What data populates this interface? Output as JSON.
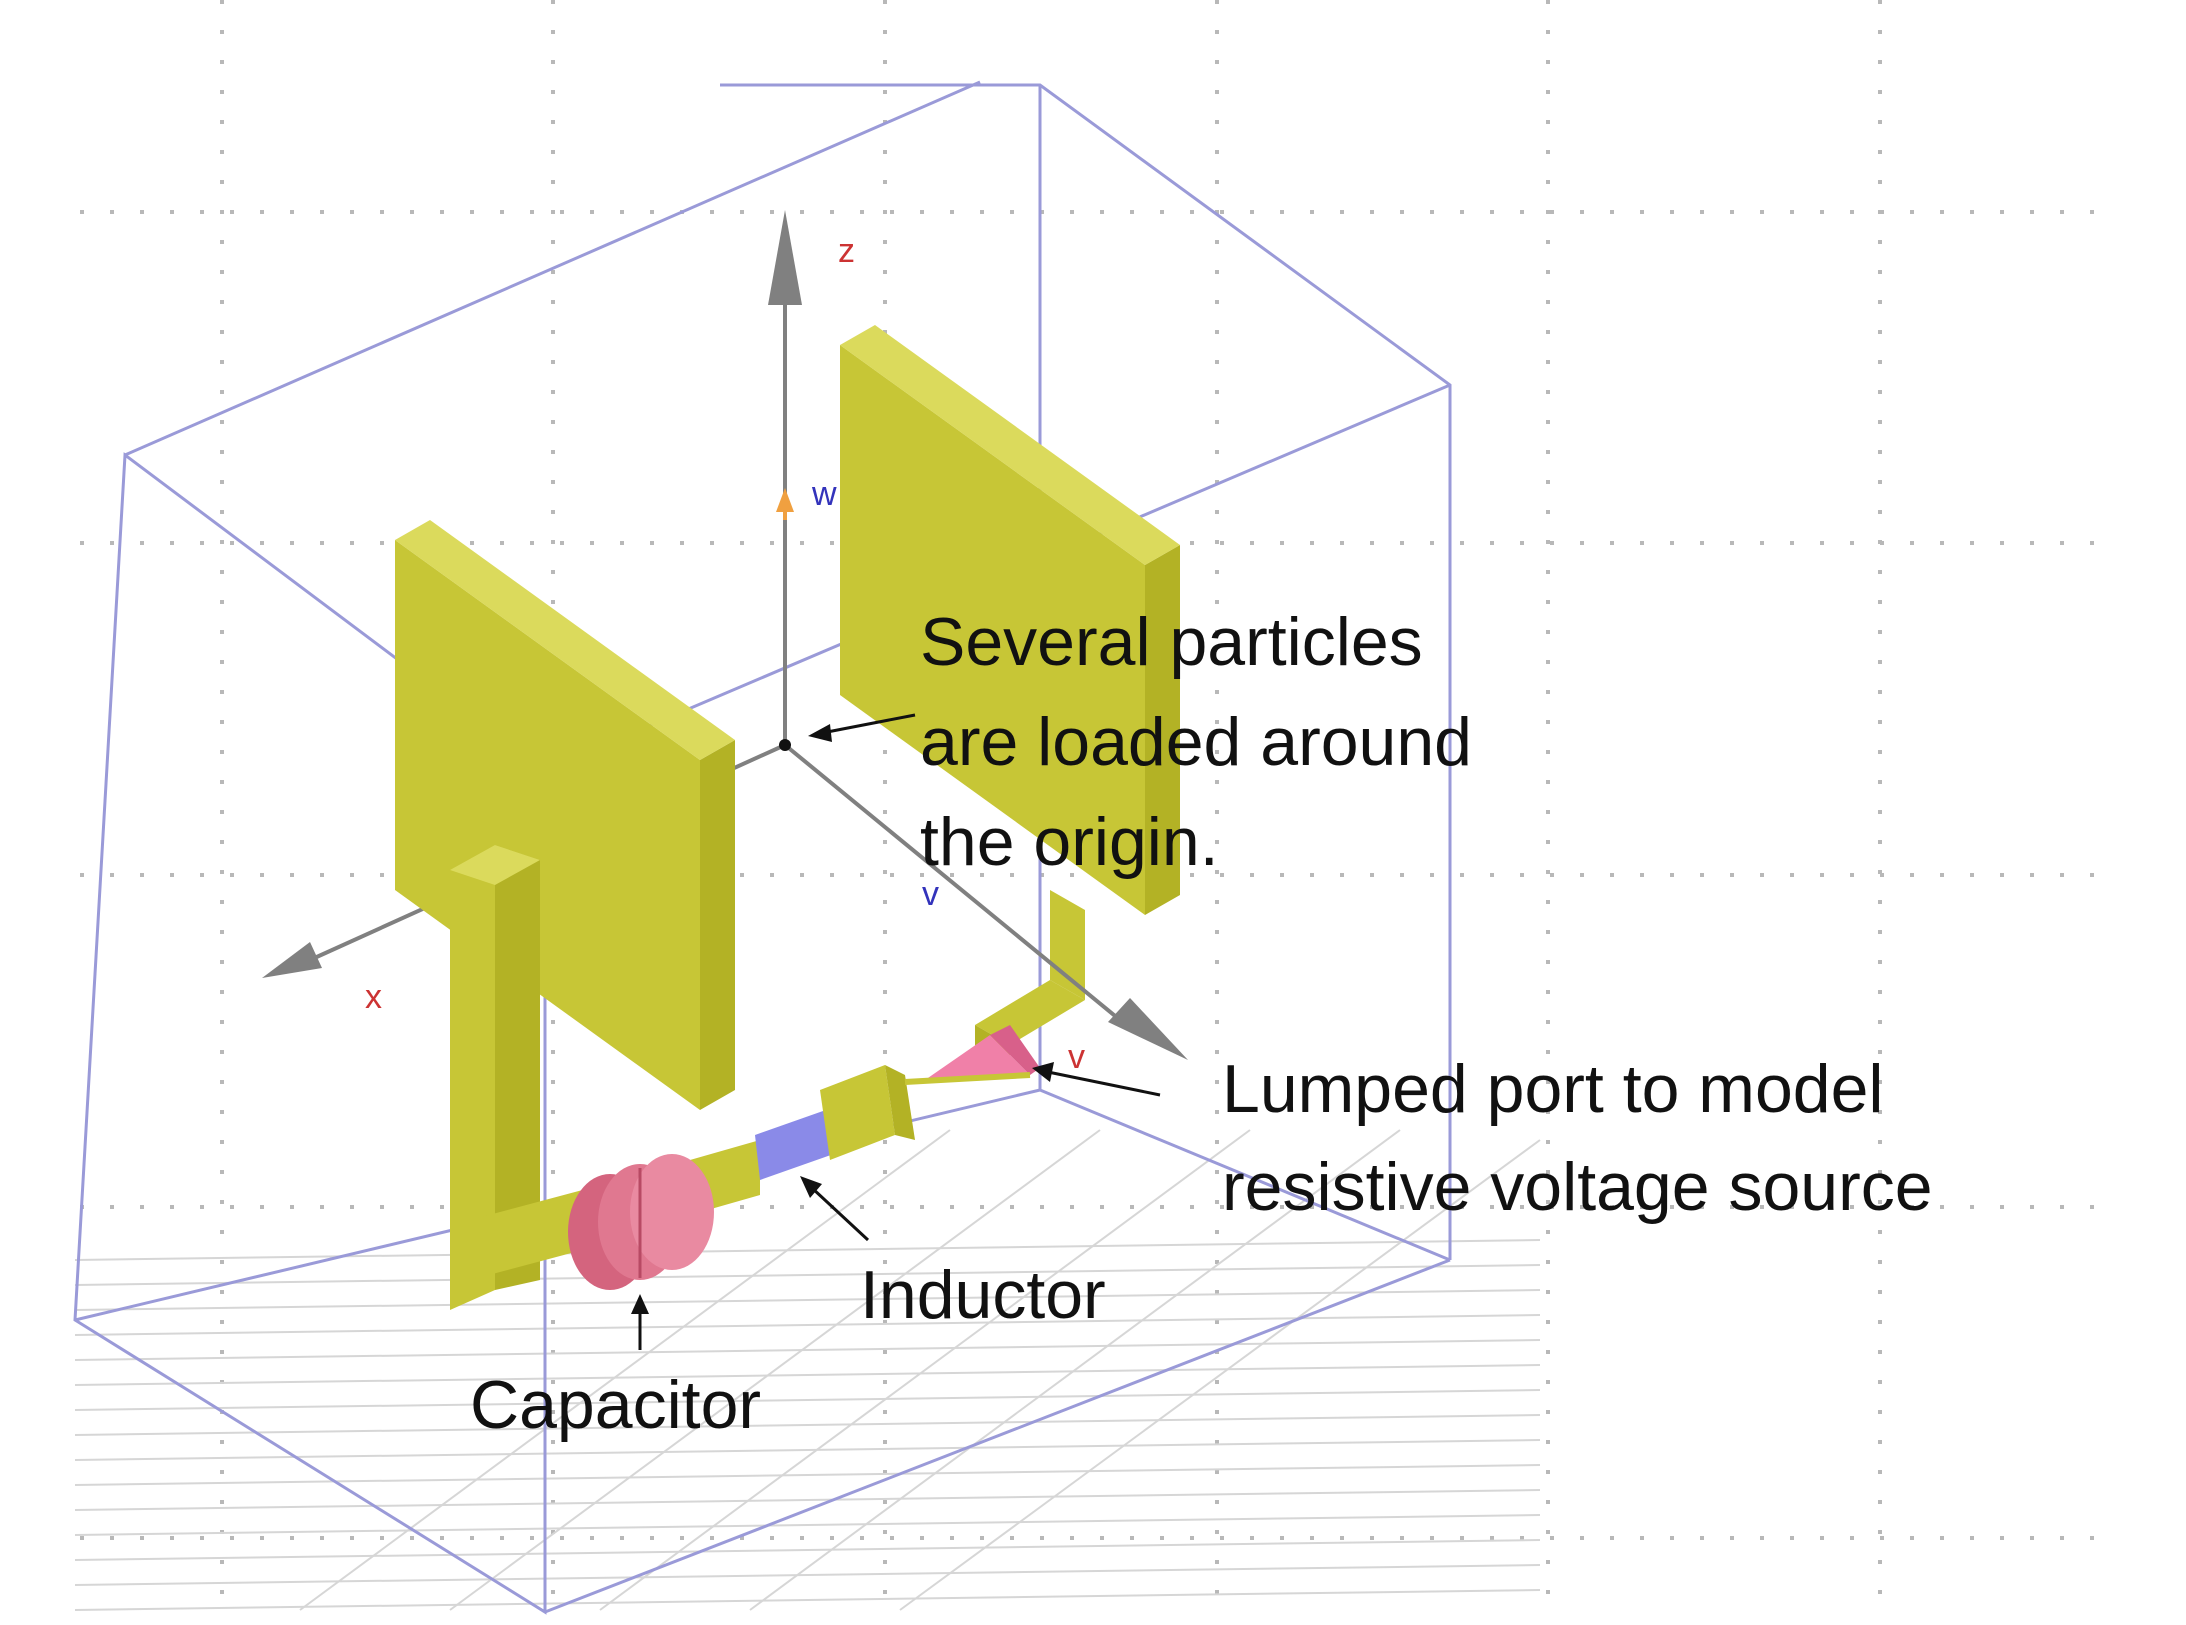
{
  "axes": {
    "x": "x",
    "z": "z",
    "w": "w",
    "v": "v",
    "v2": "v"
  },
  "annotations": {
    "particles": [
      "Several particles",
      "are loaded around",
      "the origin."
    ],
    "port": [
      "Lumped port to model",
      "resistive voltage source"
    ],
    "inductor": "Inductor",
    "capacitor": "Capacitor"
  },
  "colors": {
    "background": "#ffffff",
    "dotted_grid": "#b8b8b8",
    "bounding_box": "#9a9ad8",
    "ground_grid": "#d6d6d6",
    "conductor_front": "#c7c636",
    "conductor_side": "#b3b225",
    "conductor_top": "#dbda5c",
    "capacitor": "#e07890",
    "inductor": "#8a8ae8",
    "port": "#f080a8",
    "axis_arrow": "#808080",
    "axis_x_label": "#cc3333",
    "axis_z_label": "#cc3333",
    "axis_w_label": "#3333bb",
    "axis_w_arrow": "#f0a040"
  }
}
